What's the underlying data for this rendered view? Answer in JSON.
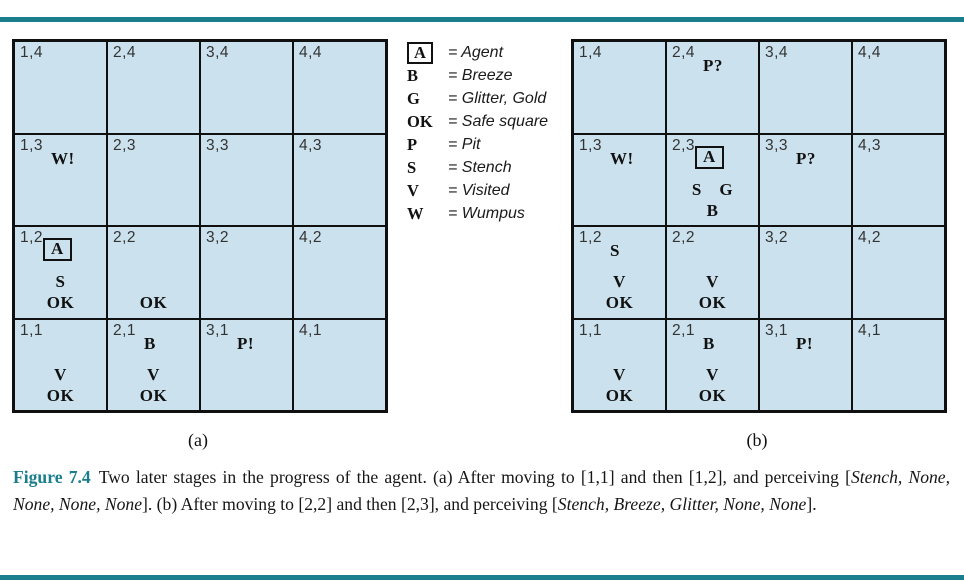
{
  "colors": {
    "accent_teal": "#1a7e8c",
    "cell_fill": "#cbe2ee",
    "grid_line": "#101010"
  },
  "legend": {
    "items": [
      {
        "key": "A",
        "boxed": true,
        "desc": "= Agent"
      },
      {
        "key": "B",
        "boxed": false,
        "desc": "= Breeze"
      },
      {
        "key": "G",
        "boxed": false,
        "desc": "= Glitter, Gold"
      },
      {
        "key": "OK",
        "boxed": false,
        "desc": "= Safe square"
      },
      {
        "key": "P",
        "boxed": false,
        "desc": "= Pit"
      },
      {
        "key": "S",
        "boxed": false,
        "desc": "= Stench"
      },
      {
        "key": "V",
        "boxed": false,
        "desc": "= Visited"
      },
      {
        "key": "W",
        "boxed": false,
        "desc": "= Wumpus"
      }
    ]
  },
  "grids": {
    "a": {
      "label": "(a)",
      "cells": [
        {
          "coord": "1,4"
        },
        {
          "coord": "2,4"
        },
        {
          "coord": "3,4"
        },
        {
          "coord": "4,4"
        },
        {
          "coord": "1,3",
          "m0": "W!"
        },
        {
          "coord": "2,3"
        },
        {
          "coord": "3,3"
        },
        {
          "coord": "4,3"
        },
        {
          "coord": "1,2",
          "m0": "A",
          "boxed": true,
          "l1": "S",
          "l2": "OK"
        },
        {
          "coord": "2,2",
          "l2": "OK"
        },
        {
          "coord": "3,2"
        },
        {
          "coord": "4,2"
        },
        {
          "coord": "1,1",
          "l1": "V",
          "l2": "OK"
        },
        {
          "coord": "2,1",
          "m0": "B",
          "l1": "V",
          "l2": "OK"
        },
        {
          "coord": "3,1",
          "m0": "P!"
        },
        {
          "coord": "4,1"
        }
      ]
    },
    "b": {
      "label": "(b)",
      "cells": [
        {
          "coord": "1,4"
        },
        {
          "coord": "2,4",
          "m0": "P?"
        },
        {
          "coord": "3,4"
        },
        {
          "coord": "4,4"
        },
        {
          "coord": "1,3",
          "m0": "W!"
        },
        {
          "coord": "2,3",
          "m0": "A",
          "boxed": true,
          "l1": "S G",
          "l2": "B"
        },
        {
          "coord": "3,3",
          "m0": "P?"
        },
        {
          "coord": "4,3"
        },
        {
          "coord": "1,2",
          "m0": "S",
          "l1": "V",
          "l2": "OK"
        },
        {
          "coord": "2,2",
          "l1": "V",
          "l2": "OK"
        },
        {
          "coord": "3,2"
        },
        {
          "coord": "4,2"
        },
        {
          "coord": "1,1",
          "l1": "V",
          "l2": "OK"
        },
        {
          "coord": "2,1",
          "m0": "B",
          "l1": "V",
          "l2": "OK"
        },
        {
          "coord": "3,1",
          "m0": "P!"
        },
        {
          "coord": "4,1"
        }
      ]
    }
  },
  "caption": {
    "label": "Figure 7.4",
    "s1": "Two later stages in the progress of the agent. (a) After moving to [1,1] and then [1,2], and perceiving [",
    "i1": "Stench, None, None, None, None",
    "s2": "].  (b) After moving to [2,2] and then [2,3], and perceiving [",
    "i2": "Stench, Breeze, Glitter, None, None",
    "s3": "]."
  }
}
